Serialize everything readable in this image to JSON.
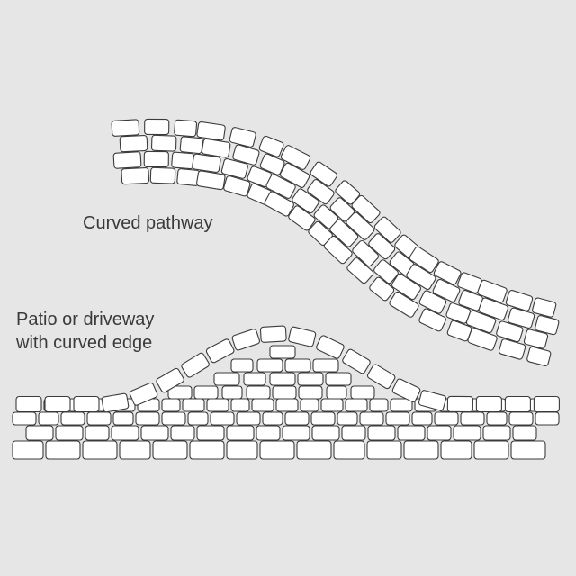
{
  "labels": {
    "curved_pathway": "Curved pathway",
    "patio_line1": "Patio or driveway",
    "patio_line2": "with curved edge"
  },
  "colors": {
    "background": "#e6e6e6",
    "brick_fill": "#ffffff",
    "brick_stroke": "#3b3b3b",
    "text": "#3a3a3a"
  }
}
